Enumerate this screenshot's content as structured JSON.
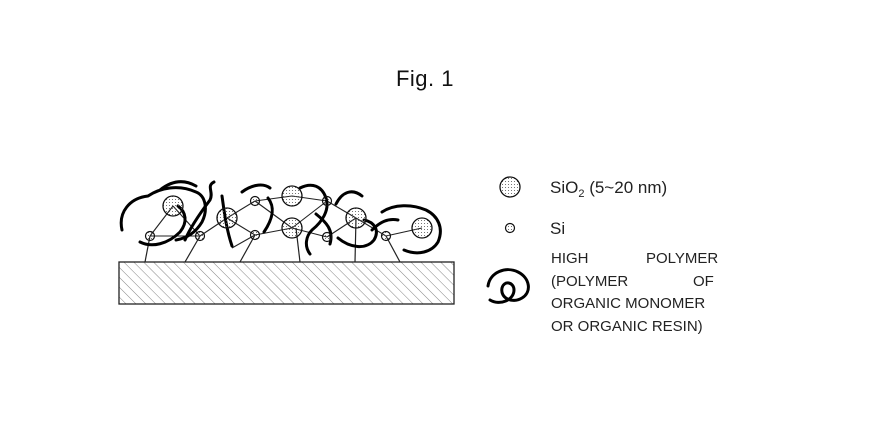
{
  "figure": {
    "title": "Fig. 1"
  },
  "legend": {
    "sio2": {
      "label_main": "SiO",
      "label_sub": "2",
      "label_rest": " (5~20 nm)"
    },
    "si": {
      "label": "Si"
    },
    "polymer": {
      "lines": [
        {
          "left": "HIGH",
          "right": "POLYMER"
        },
        {
          "left": "(POLYMER",
          "right": "OF"
        },
        {
          "left": "ORGANIC MONOMER",
          "right": ""
        },
        {
          "left": "OR ORGANIC RESIN)",
          "right": ""
        }
      ]
    }
  },
  "colors": {
    "ink": "#111111",
    "hatch": "#555555",
    "dot": "#666666"
  }
}
